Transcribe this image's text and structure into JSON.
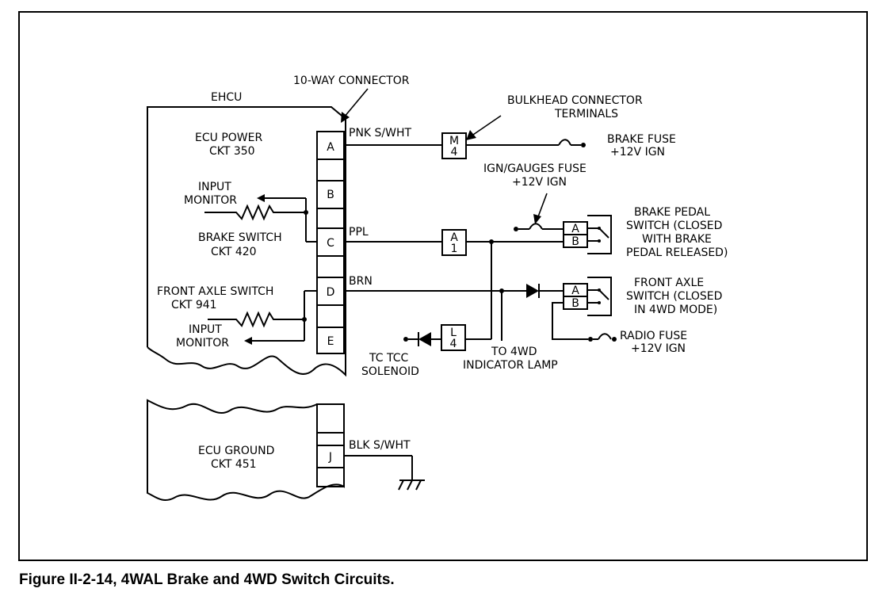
{
  "caption": "Figure II-2-14, 4WAL Brake and 4WD Switch Circuits.",
  "labels": {
    "ehcu": "EHCU",
    "ten_way_connector": "10-WAY CONNECTOR",
    "bulkhead_line1": "BULKHEAD CONNECTOR",
    "bulkhead_line2": "TERMINALS",
    "ecu_power_line1": "ECU POWER",
    "ecu_power_line2": "CKT 350",
    "input_monitor_1_line1": "INPUT",
    "input_monitor_1_line2": "MONITOR",
    "brake_switch_line1": "BRAKE SWITCH",
    "brake_switch_line2": "CKT 420",
    "front_axle_switch_line1": "FRONT AXLE SWITCH",
    "front_axle_switch_line2": "CKT 941",
    "input_monitor_2_line1": "INPUT",
    "input_monitor_2_line2": "MONITOR",
    "pnk_s_wht": "PNK S/WHT",
    "ppl": "PPL",
    "brn": "BRN",
    "blk_s_wht": "BLK S/WHT",
    "brake_fuse_line1": "BRAKE FUSE",
    "brake_fuse_line2": "+12V IGN",
    "ign_gauges_fuse_line1": "IGN/GAUGES FUSE",
    "ign_gauges_fuse_line2": "+12V IGN",
    "brake_pedal_line1": "BRAKE PEDAL",
    "brake_pedal_line2": "SWITCH (CLOSED",
    "brake_pedal_line3": "WITH BRAKE",
    "brake_pedal_line4": "PEDAL RELEASED)",
    "front_axle_right_line1": "FRONT AXLE",
    "front_axle_right_line2": "SWITCH (CLOSED",
    "front_axle_right_line3": "IN 4WD MODE)",
    "radio_fuse_line1": "RADIO FUSE",
    "radio_fuse_line2": "+12V IGN",
    "tc_tcc_line1": "TC TCC",
    "tc_tcc_line2": "SOLENOID",
    "to_4wd_line1": "TO 4WD",
    "to_4wd_line2": "INDICATOR LAMP",
    "ecu_ground_line1": "ECU GROUND",
    "ecu_ground_line2": "CKT 451"
  },
  "connector_pins": {
    "a": "A",
    "b": "B",
    "c": "C",
    "d": "D",
    "e": "E",
    "j": "J"
  },
  "bulkhead_terminals": {
    "m4_letter": "M",
    "m4_number": "4",
    "a1_letter": "A",
    "a1_number": "1",
    "l4_letter": "L",
    "l4_number": "4"
  },
  "switch_pins": {
    "brake_a": "A",
    "brake_b": "B",
    "axle_a": "A",
    "axle_b": "B"
  }
}
